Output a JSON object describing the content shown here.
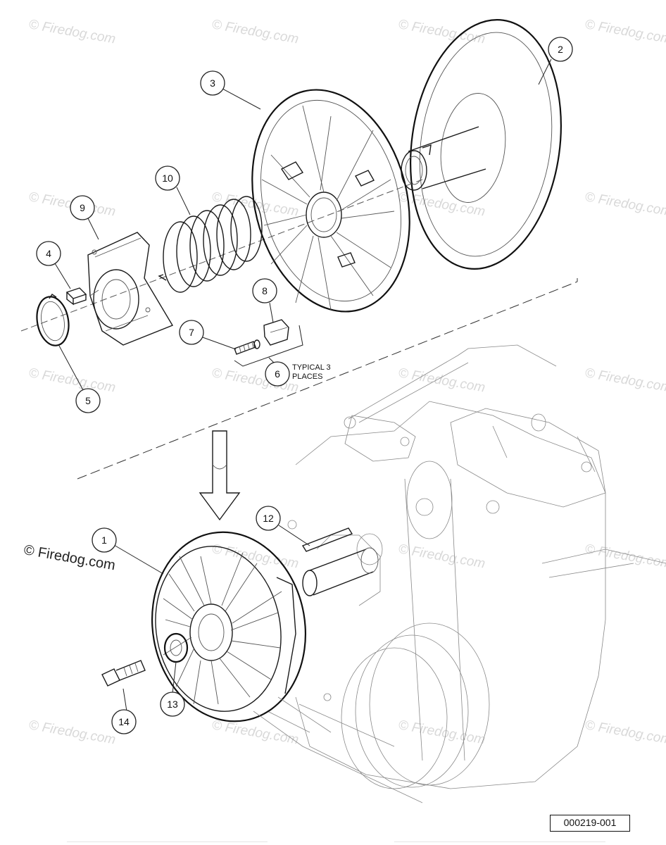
{
  "watermark_text": "© Firedog.com",
  "copyright_text": "© Firedog.com",
  "figure_ref": "000219-001",
  "note": {
    "line1": "TYPICAL 3",
    "line2": "PLACES"
  },
  "callouts": [
    "1",
    "2",
    "3",
    "4",
    "5",
    "6",
    "7",
    "8",
    "9",
    "10",
    "12",
    "13",
    "14"
  ],
  "colors": {
    "line": "#1a1a1a",
    "watermark": "#d9d9d9",
    "background": "#ffffff"
  }
}
